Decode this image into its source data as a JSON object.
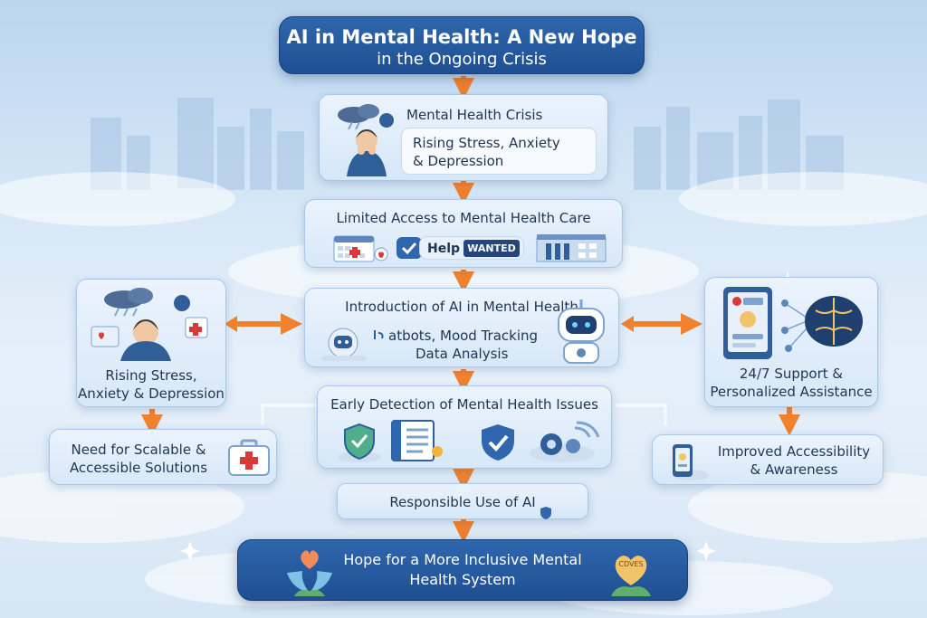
{
  "title": {
    "line1": "AI in Mental Health: A New Hope",
    "line2": "in the Ongoing Crisis"
  },
  "crisis": {
    "title": "Mental Health Crisis",
    "detail_line1": "Rising Stress, Anxiety",
    "detail_line2": "& Depression"
  },
  "access": {
    "title": "Limited Access to Mental Health Care",
    "help_label": "Help",
    "wanted_badge": "WANTED"
  },
  "ai_intro": {
    "title": "Introduction of AI in Mental Health",
    "detail_line1": "atbots, Mood Tracking",
    "detail_line2": "Data Analysis"
  },
  "early_detection": {
    "title": "Early Detection of Mental Health Issues"
  },
  "responsible": {
    "title": "Responsible Use of AI"
  },
  "hope": {
    "line1": "Hope for a More Inclusive Mental",
    "line2": "Health System",
    "badge_text": "CDVES"
  },
  "left_stress": {
    "line1": "Rising Stress,",
    "line2": "Anxiety & Depression"
  },
  "left_solutions": {
    "line1": "Need for Scalable &",
    "line2": "Accessible Solutions"
  },
  "right_support": {
    "line1": "24/7 Support &",
    "line2": "Personalized Assistance"
  },
  "right_accessibility": {
    "line1": "Improved Accessibility",
    "line2": "& Awareness"
  },
  "colors": {
    "arrow": "#f0822e",
    "dark_box": "#1f4f92",
    "text": "#1f3552",
    "accent_red": "#d83a3a"
  },
  "icons": [
    "worried-person-icon",
    "storm-cloud-icon",
    "calendar-icon",
    "shield-check-icon",
    "building-icon",
    "robot-icon",
    "chatbot-icon",
    "tablet-icon",
    "brain-network-icon",
    "document-icon",
    "gear-icon",
    "first-aid-kit-icon",
    "phone-icon",
    "heart-hands-icon",
    "sparkle-icon"
  ]
}
